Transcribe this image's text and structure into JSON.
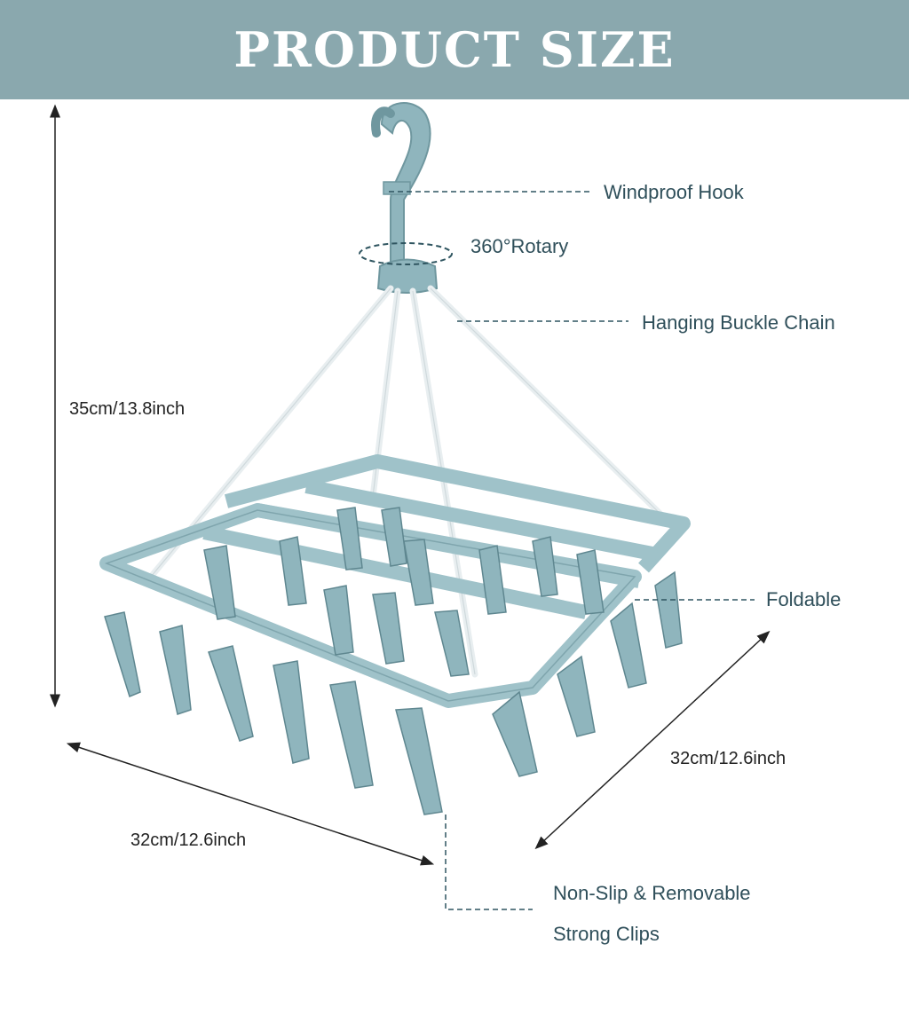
{
  "header": {
    "title": "PRODUCT SIZE"
  },
  "colors": {
    "header_bg": "#8aa8ae",
    "product": "#a9c9d0",
    "product_dark": "#7fa5ad",
    "leader": "#2f5560"
  },
  "callouts": {
    "hook": "Windproof Hook",
    "rotary": "360°Rotary",
    "chain": "Hanging Buckle Chain",
    "foldable": "Foldable",
    "clips_line1": "Non-Slip & Removable",
    "clips_line2": "Strong Clips"
  },
  "dimensions": {
    "height": "35cm/13.8inch",
    "depth": "32cm/12.6inch",
    "width": "32cm/12.6inch"
  }
}
